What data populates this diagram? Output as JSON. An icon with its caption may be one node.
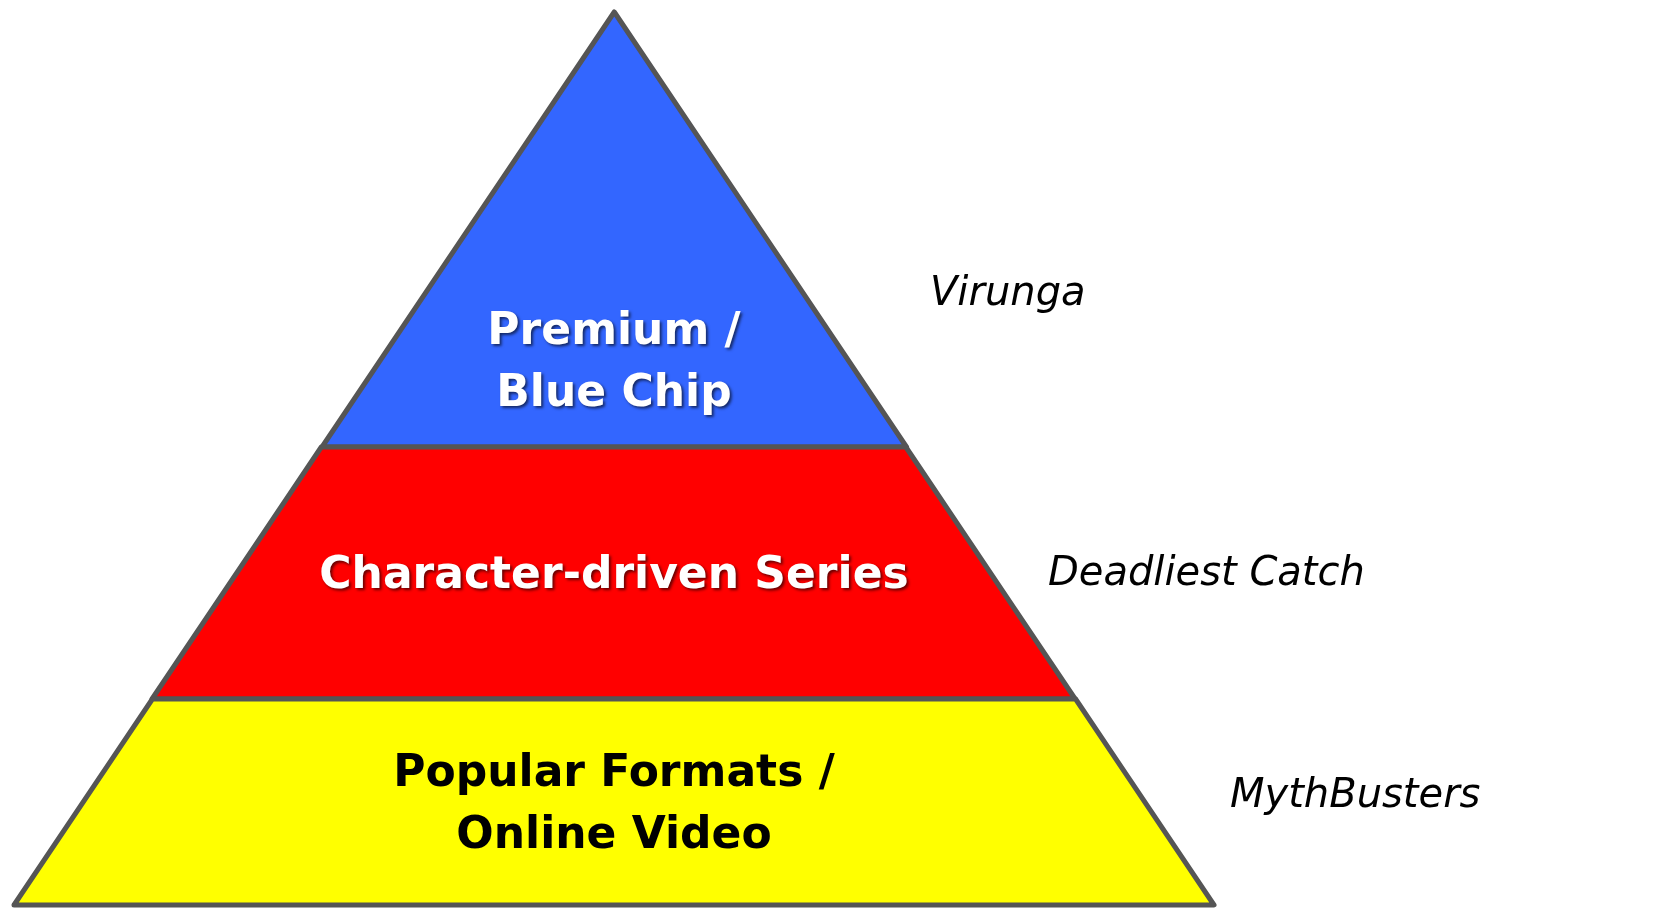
{
  "diagram": {
    "nodes": [
      {
        "text": [
          "Premium / Blue Chip"
        ],
        "beside": [
          "Virunga"
        ]
      },
      {
        "text": [
          "Character-driven Series"
        ],
        "beside": [
          "Deadliest Catch"
        ]
      },
      {
        "text": [
          "Popular Formats / Online Video"
        ],
        "beside": [
          "MythBusters"
        ]
      }
    ]
  }
}
